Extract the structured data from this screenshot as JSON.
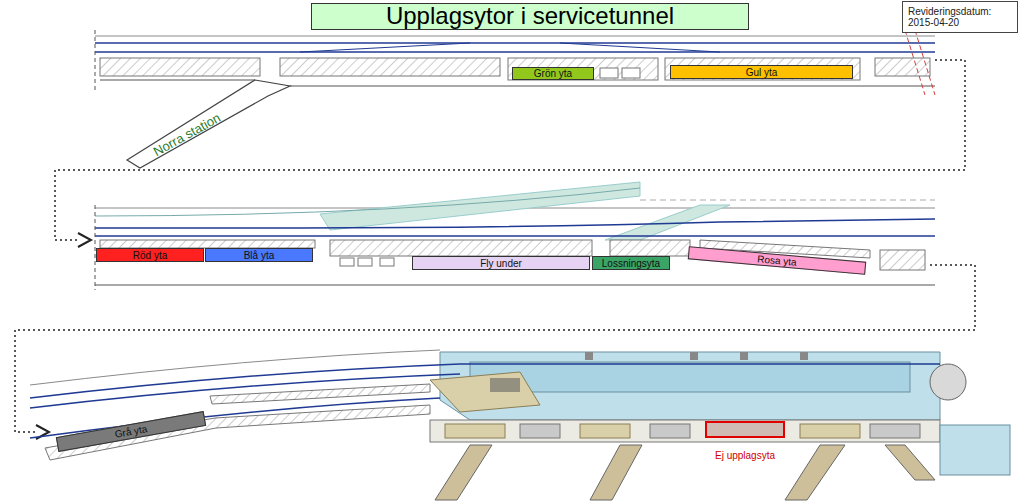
{
  "diagram": {
    "title": "Upplagsytor i servicetunnel",
    "nodes": [
      {
        "text": [
          "Revideringsdatum: 2015-04-20"
        ]
      },
      {
        "text": [
          "Grön yta"
        ]
      },
      {
        "text": [
          "Gul yta"
        ]
      },
      {
        "text": [
          "Röd yta"
        ]
      },
      {
        "text": [
          "Blå yta"
        ]
      },
      {
        "text": [
          "Fly under"
        ]
      },
      {
        "text": [
          "Lossningsyta"
        ]
      },
      {
        "text": [
          "Rosa yta"
        ]
      },
      {
        "text": [
          "Grå yta"
        ]
      },
      {
        "text": [
          "Ej upplagsyta"
        ]
      }
    ],
    "labels": [
      "Norra station"
    ]
  }
}
